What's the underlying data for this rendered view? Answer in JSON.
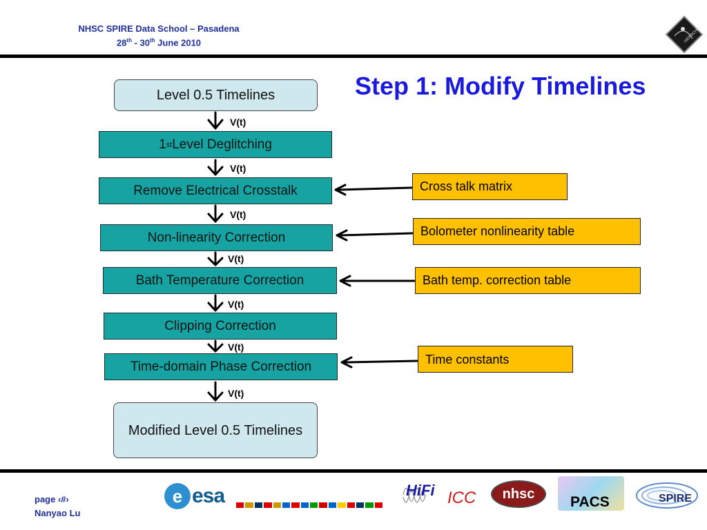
{
  "header": {
    "line1": "NHSC SPIRE Data School – Pasadena",
    "date_start": "28",
    "date_start_sup": "th",
    "date_sep": " - 30",
    "date_end_sup": "th",
    "date_tail": " June 2010"
  },
  "slide_title": "Step 1:  Modify Timelines",
  "flow": {
    "start": "Level 0.5 Timelines",
    "step1_pre": "1",
    "step1_sup": "st",
    "step1_post": " Level Deglitching",
    "step2": "Remove Electrical Crosstalk",
    "step3": "Non-linearity Correction",
    "step4": "Bath Temperature Correction",
    "step5": "Clipping Correction",
    "step6": "Time-domain Phase Correction",
    "end": "Modified Level 0.5 Timelines",
    "vt": "V(t)"
  },
  "inputs": {
    "crosstalk": "Cross talk matrix",
    "nonlinearity": "Bolometer nonlinearity table",
    "bath": "Bath temp. correction table",
    "time": "Time constants"
  },
  "footer": {
    "page": "page ‹#›",
    "author": "Nanyao Lu"
  },
  "logos": {
    "esa": "esa",
    "esa_e": "e",
    "hifi": "HiFi",
    "icc": "ICC",
    "nhsc": "nhsc",
    "pacs": "PACS",
    "spire": "SPIRE",
    "herschel": "HERSCHEL"
  },
  "colors": {
    "header_text": "#1f2f9e",
    "title": "#1a1adc",
    "flow_teal": "#17a3a1",
    "flow_rounded": "#cfe8ee",
    "input_box": "#ffc000"
  }
}
